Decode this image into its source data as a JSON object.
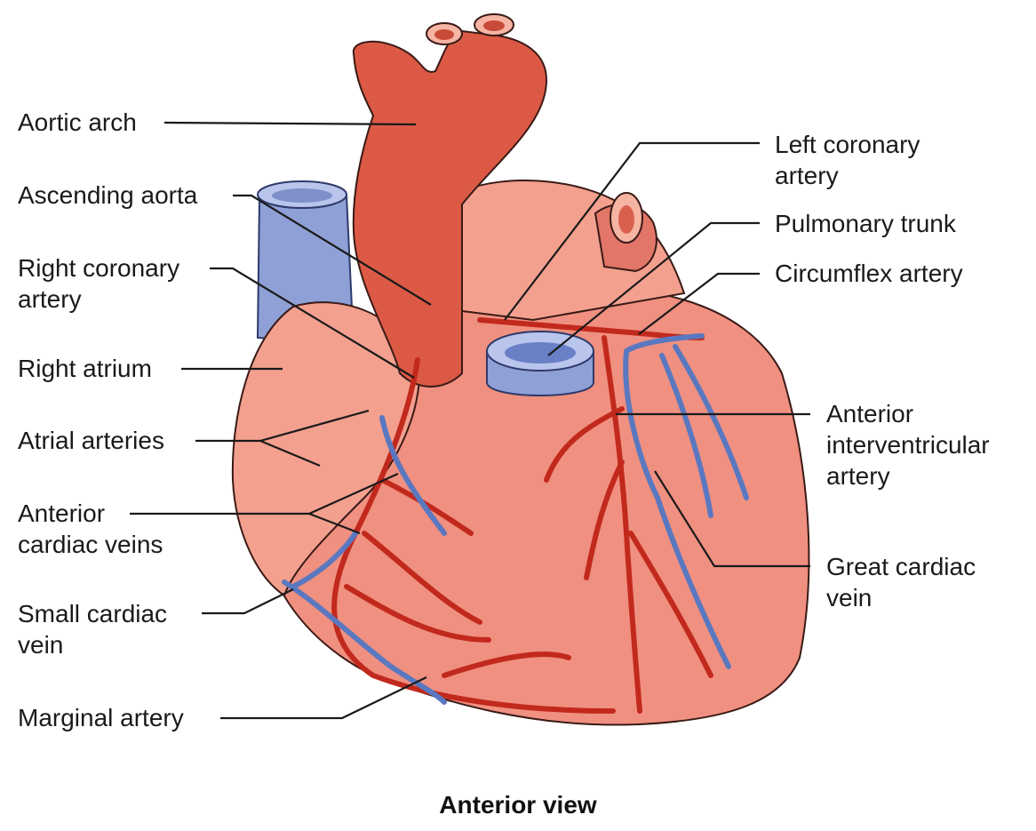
{
  "labels": {
    "aortic_arch": "Aortic arch",
    "ascending_aorta": "Ascending aorta",
    "right_coronary_artery": [
      "Right coronary",
      "artery"
    ],
    "right_atrium": "Right atrium",
    "atrial_arteries": "Atrial arteries",
    "anterior_cardiac_veins": [
      "Anterior",
      "cardiac veins"
    ],
    "small_cardiac_vein": [
      "Small cardiac",
      "vein"
    ],
    "marginal_artery": "Marginal artery",
    "left_coronary_artery": [
      "Left coronary",
      "artery"
    ],
    "pulmonary_trunk": "Pulmonary trunk",
    "circumflex_artery": "Circumflex artery",
    "anterior_interventricular_artery": [
      "Anterior",
      "interventricular",
      "artery"
    ],
    "great_cardiac_vein": [
      "Great cardiac",
      "vein"
    ]
  },
  "caption": "Anterior view",
  "colors": {
    "myocardium": "#f09080",
    "myocardium_shade": "#e27668",
    "aorta": "#dc5a45",
    "artery": "#c2291d",
    "vein": "#5a78c0",
    "vena_cava": "#8fa0d6",
    "leader_line": "#1a1a1a"
  }
}
